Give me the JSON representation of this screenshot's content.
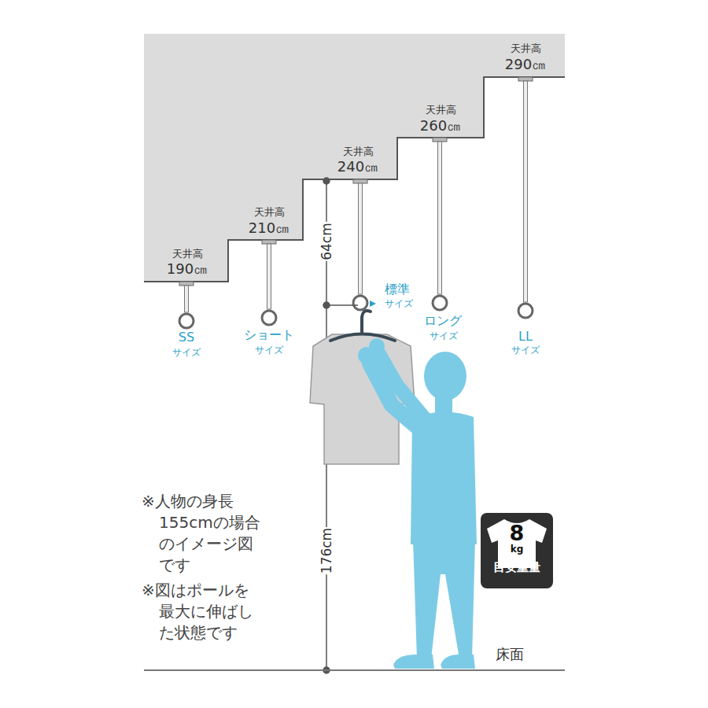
{
  "diagram": {
    "nodes": [
      {
        "text": [
          "8",
          "kg",
          "目安重量"
        ]
      }
    ],
    "labels": [
      "天井高",
      "190㎝",
      "天井高",
      "210㎝",
      "天井高",
      "240㎝",
      "天井高",
      "260㎝",
      "天井高",
      "290㎝",
      "SS",
      "サイズ",
      "ショート",
      "サイズ",
      "標準",
      "サイズ",
      "ロング",
      "サイズ",
      "LL",
      "サイズ",
      "64cm",
      "176cm",
      "※人物の身長",
      "155cmの場合",
      "のイメージ図",
      "です",
      "※図はポールを",
      "最大に伸ばし",
      "た状態です",
      "床面"
    ]
  }
}
